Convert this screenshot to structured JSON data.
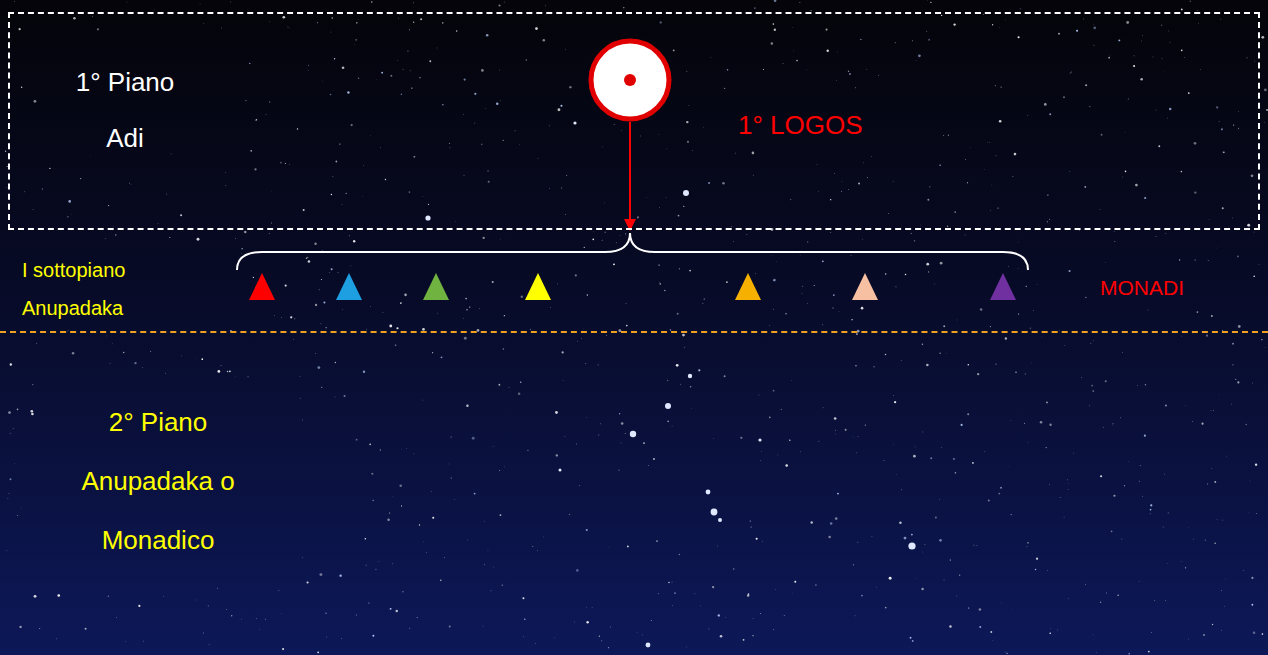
{
  "diagram": {
    "nodes": [
      {
        "text": [
          "1° Piano Adi"
        ]
      },
      {
        "text": [
          "1° LOGOS"
        ],
        "in": 0
      },
      {
        "text": [
          "I sottopiano Anupadaka"
        ]
      },
      {
        "text": [
          "2° Piano Anupadaka o Monadico"
        ]
      }
    ],
    "edges": [
      {
        "from": 1,
        "to": 2,
        "arrow": "to"
      }
    ],
    "labels": [
      "MONADI"
    ]
  }
}
